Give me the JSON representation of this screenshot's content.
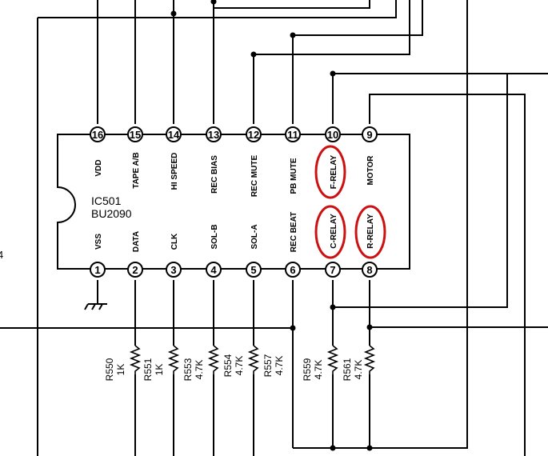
{
  "ic": {
    "ref": "IC501",
    "part": "BU2090",
    "top_pins": [
      {
        "num": "16",
        "label": "VDD"
      },
      {
        "num": "15",
        "label": "TAPE A/B"
      },
      {
        "num": "14",
        "label": "HI SPEED"
      },
      {
        "num": "13",
        "label": "REC BIAS"
      },
      {
        "num": "12",
        "label": "REC MUTE"
      },
      {
        "num": "11",
        "label": "PB MUTE"
      },
      {
        "num": "10",
        "label": "F-RELAY"
      },
      {
        "num": "9",
        "label": "MOTOR"
      }
    ],
    "bottom_pins": [
      {
        "num": "1",
        "label": "VSS"
      },
      {
        "num": "2",
        "label": "DATA"
      },
      {
        "num": "3",
        "label": "CLK"
      },
      {
        "num": "4",
        "label": "SOL-B"
      },
      {
        "num": "5",
        "label": "SOL-A"
      },
      {
        "num": "6",
        "label": "REC BEAT"
      },
      {
        "num": "7",
        "label": "C-RELAY"
      },
      {
        "num": "8",
        "label": "R-RELAY"
      }
    ]
  },
  "resistors": [
    {
      "ref": "R550",
      "value": "1K"
    },
    {
      "ref": "R551",
      "value": "1K"
    },
    {
      "ref": "R553",
      "value": "4.7K"
    },
    {
      "ref": "R554",
      "value": "4.7K"
    },
    {
      "ref": "R557",
      "value": "4.7K"
    },
    {
      "ref": "R559",
      "value": "4.7K"
    },
    {
      "ref": "R561",
      "value": "4.7K"
    }
  ],
  "edge_mark": "4",
  "highlight_color": "#cc1111"
}
